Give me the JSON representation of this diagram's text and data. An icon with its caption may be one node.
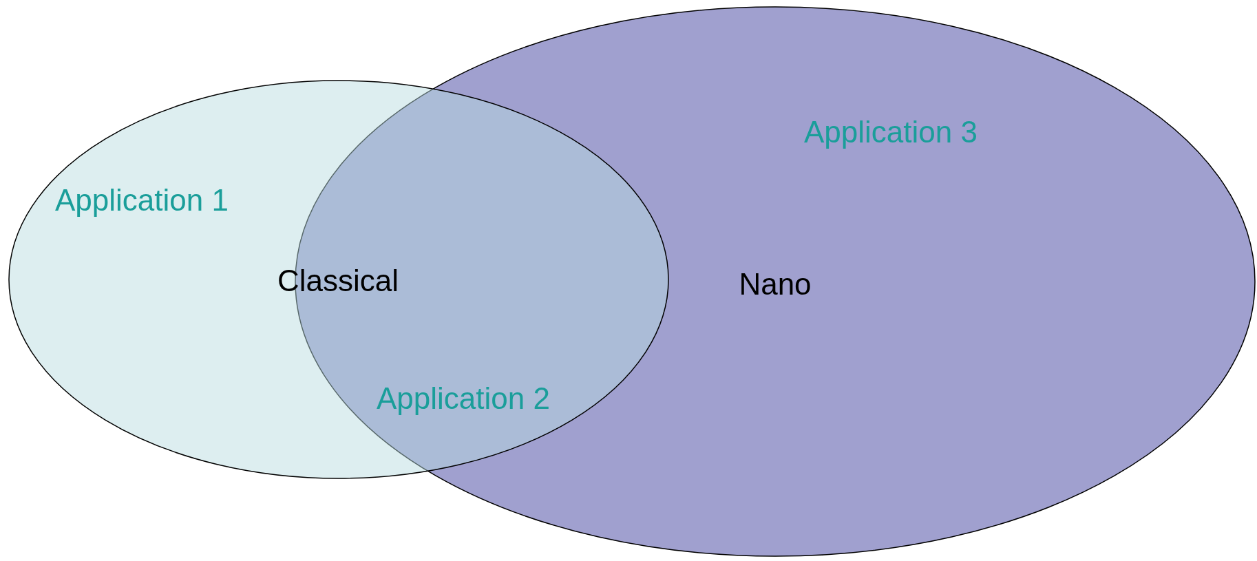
{
  "diagram": {
    "nodes": [
      {
        "text": [
          "Classical"
        ]
      },
      {
        "text": [
          "Nano"
        ]
      }
    ],
    "labels": [
      "Application 3",
      "Application 1",
      "Application 2"
    ]
  }
}
